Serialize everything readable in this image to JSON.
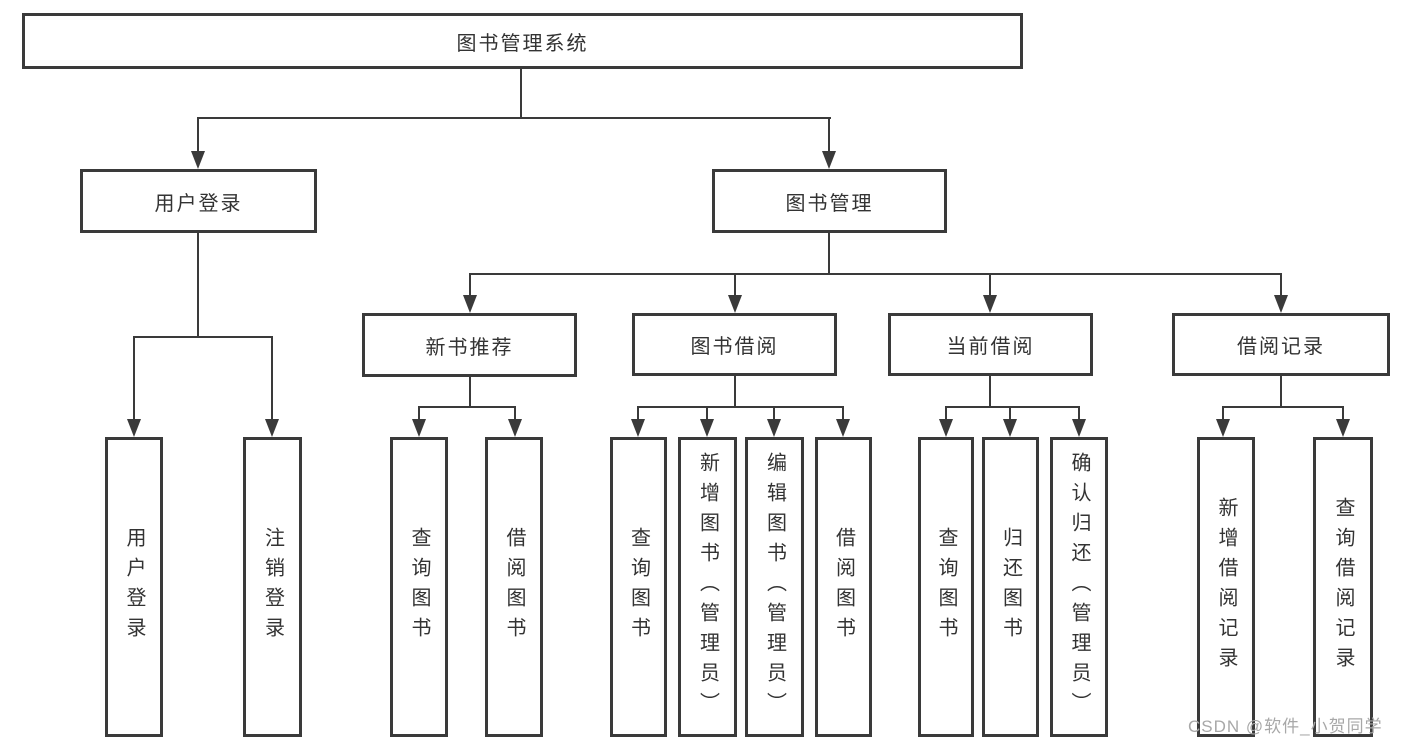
{
  "diagram": {
    "root": {
      "label": "图书管理系统"
    },
    "user_login": {
      "label": "用户登录",
      "children": [
        {
          "label": "用户登录"
        },
        {
          "label": "注销登录"
        }
      ]
    },
    "book_mgmt": {
      "label": "图书管理",
      "children": [
        {
          "label": "新书推荐",
          "children": [
            {
              "label": "查询图书"
            },
            {
              "label": "借阅图书"
            }
          ]
        },
        {
          "label": "图书借阅",
          "children": [
            {
              "label": "查询图书"
            },
            {
              "label": "新增图书（管理员）"
            },
            {
              "label": "编辑图书（管理员）"
            },
            {
              "label": "借阅图书"
            }
          ]
        },
        {
          "label": "当前借阅",
          "children": [
            {
              "label": "查询图书"
            },
            {
              "label": "归还图书"
            },
            {
              "label": "确认归还（管理员）"
            }
          ]
        },
        {
          "label": "借阅记录",
          "children": [
            {
              "label": "新增借阅记录"
            },
            {
              "label": "查询借阅记录"
            }
          ]
        }
      ]
    }
  },
  "watermark": {
    "text": "CSDN @软件_小贺同学"
  },
  "colors": {
    "line": "#3a3a3a",
    "text": "#333333",
    "watermark": "#a8a8a8",
    "background": "#ffffff"
  }
}
